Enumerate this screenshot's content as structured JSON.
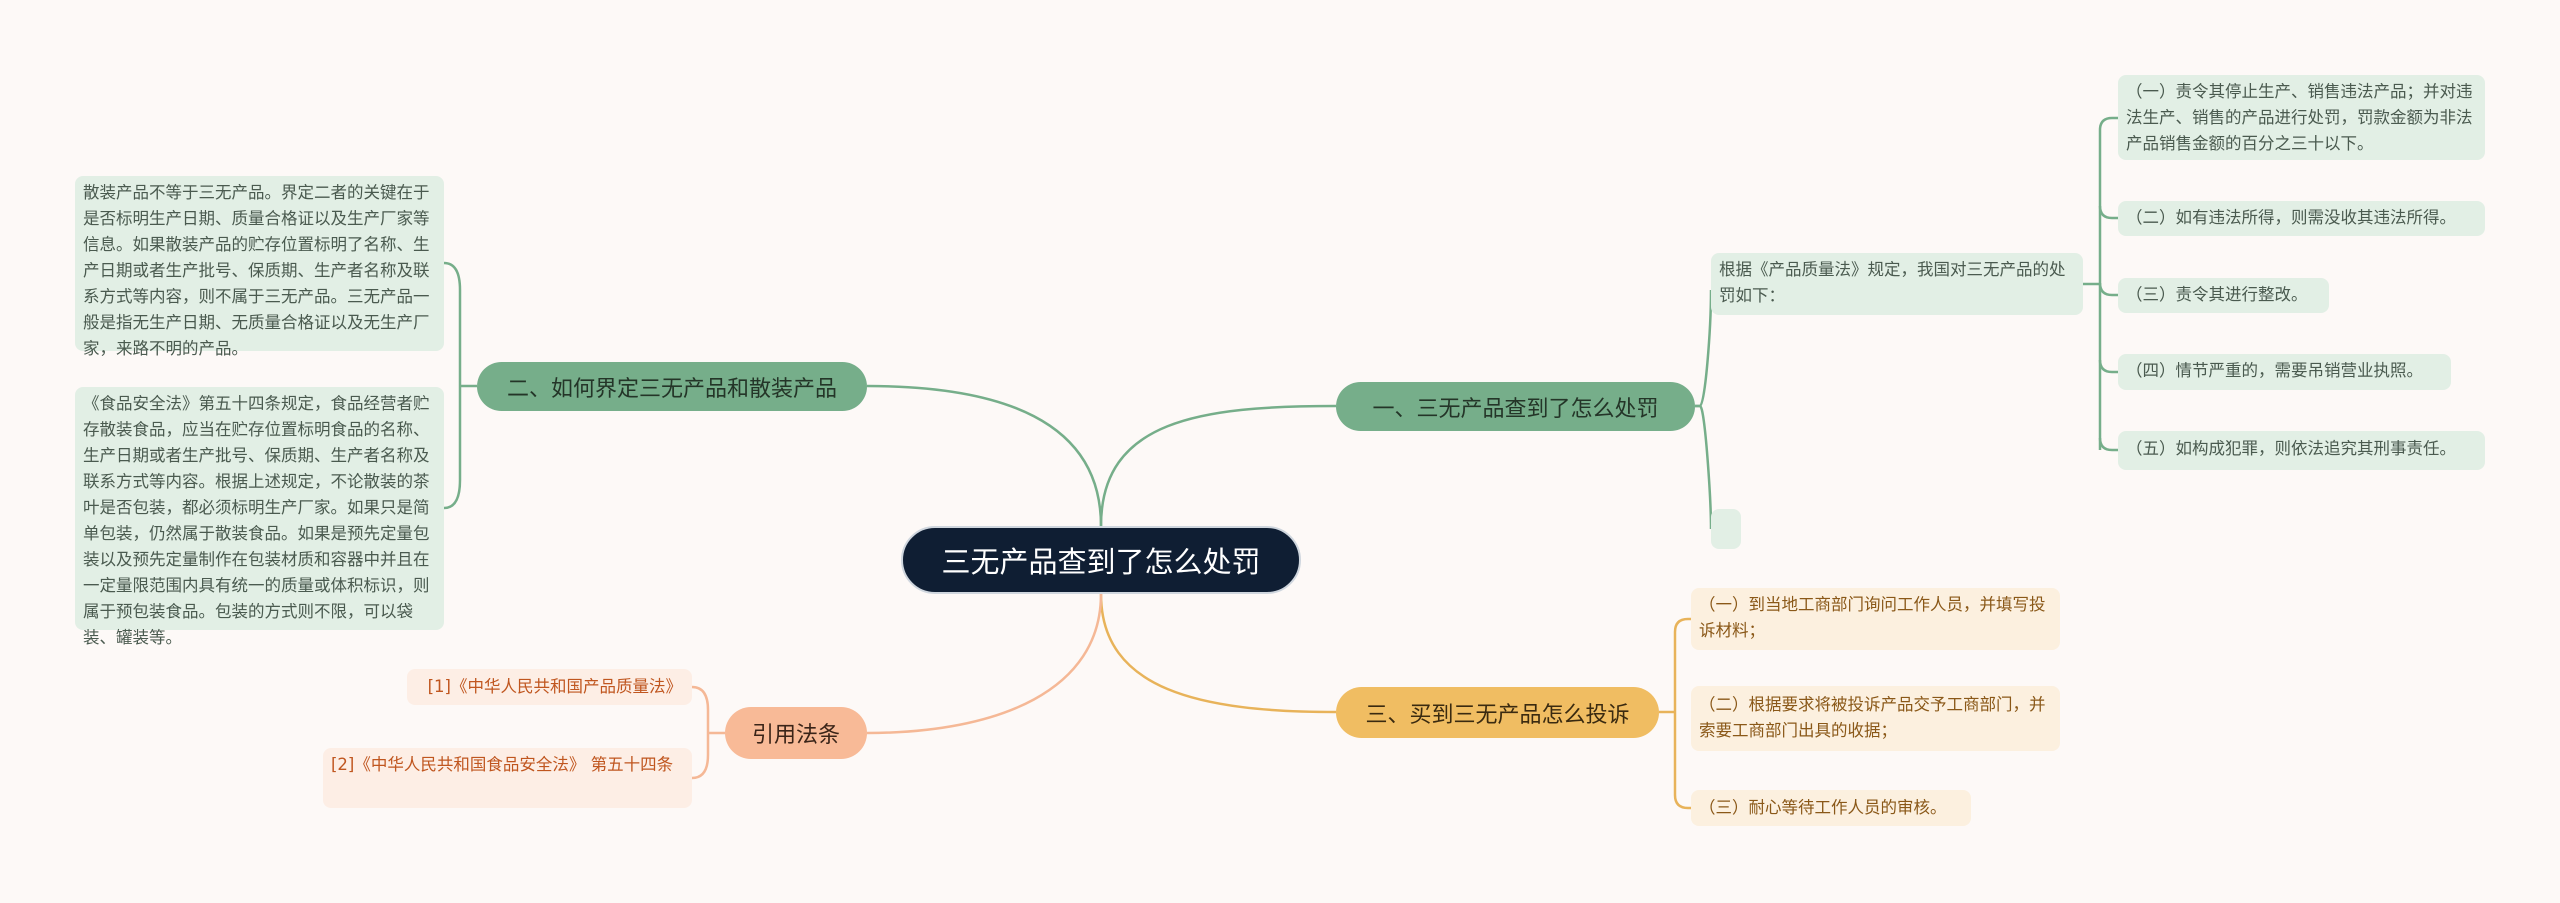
{
  "center": {
    "title": "三无产品查到了怎么处罚"
  },
  "branch1": {
    "label": "一、三无产品查到了怎么处罚",
    "intro": "根据《产品质量法》规定，我国对三无产品的处罚如下：",
    "items": [
      "（一）责令其停止生产、销售违法产品；并对违法生产、销售的产品进行处罚，罚款金额为非法产品销售金额的百分之三十以下。",
      "（二）如有违法所得，则需没收其违法所得。",
      "（三）责令其进行整改。",
      "（四）情节严重的，需要吊销营业执照。",
      "（五）如构成犯罪，则依法追究其刑事责任。"
    ]
  },
  "branch2": {
    "label": "二、如何界定三无产品和散装产品",
    "items": [
      "散装产品不等于三无产品。界定二者的关键在于是否标明生产日期、质量合格证以及生产厂家等信息。如果散装产品的贮存位置标明了名称、生产日期或者生产批号、保质期、生产者名称及联系方式等内容，则不属于三无产品。三无产品一般是指无生产日期、无质量合格证以及无生产厂家，来路不明的产品。",
      "《食品安全法》第五十四条规定，食品经营者贮存散装食品，应当在贮存位置标明食品的名称、生产日期或者生产批号、保质期、生产者名称及联系方式等内容。根据上述规定，不论散装的茶叶是否包装，都必须标明生产厂家。如果只是简单包装，仍然属于散装食品。如果是预先定量包装以及预先定量制作在包装材质和容器中并且在一定量限范围内具有统一的质量或体积标识，则属于预包装食品。包装的方式则不限，可以袋装、罐装等。"
    ]
  },
  "branch3": {
    "label": "三、买到三无产品怎么投诉",
    "items": [
      "（一）到当地工商部门询问工作人员，并填写投诉材料；",
      "（二）根据要求将被投诉产品交予工商部门，并索要工商部门出具的收据；",
      "（三）耐心等待工作人员的审核。"
    ]
  },
  "refs": {
    "label": "引用法条",
    "items": [
      "[1]《中华人民共和国产品质量法》",
      "[2]《中华人民共和国食品安全法》 第五十四条"
    ]
  },
  "colors": {
    "green": "#76ae8a",
    "orange": "#f0bd62",
    "peach": "#f8ba97",
    "center": "#0f1e33"
  }
}
